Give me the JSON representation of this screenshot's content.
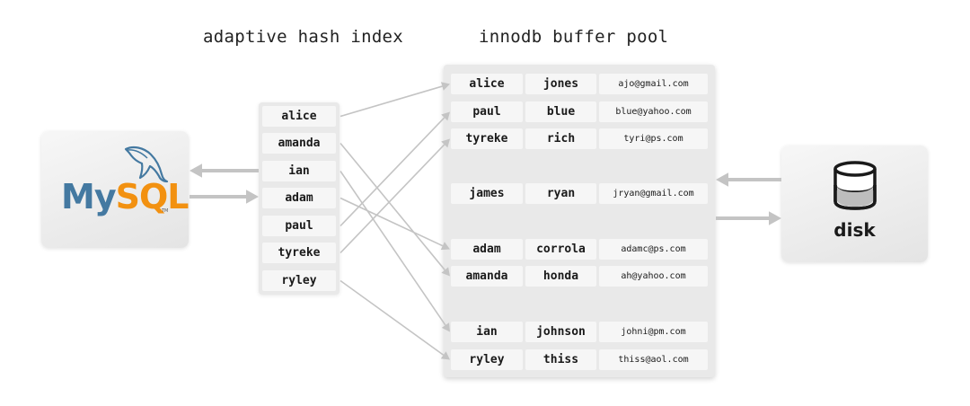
{
  "headings": {
    "hash_index": "adaptive hash index",
    "buffer_pool": "innodb buffer pool"
  },
  "mysql": {
    "logo_part1": "My",
    "logo_part2": "SQL",
    "logo_tm": "TM",
    "icon": "dolphin-icon",
    "colors": {
      "my": "#4479a1",
      "sql": "#f29111"
    }
  },
  "disk": {
    "label": "disk",
    "icon": "database-icon"
  },
  "hash_index": [
    "alice",
    "amanda",
    "ian",
    "adam",
    "paul",
    "tyreke",
    "ryley"
  ],
  "buffer_pool": [
    {
      "first": "alice",
      "last": "jones",
      "email": "ajo@gmail.com"
    },
    {
      "first": "paul",
      "last": "blue",
      "email": "blue@yahoo.com"
    },
    {
      "first": "tyreke",
      "last": "rich",
      "email": "tyri@ps.com"
    },
    {
      "first": "james",
      "last": "ryan",
      "email": "jryan@gmail.com"
    },
    {
      "first": "adam",
      "last": "corrola",
      "email": "adamc@ps.com"
    },
    {
      "first": "amanda",
      "last": "honda",
      "email": "ah@yahoo.com"
    },
    {
      "first": "ian",
      "last": "johnson",
      "email": "johni@pm.com"
    },
    {
      "first": "ryley",
      "last": "thiss",
      "email": "thiss@aol.com"
    }
  ],
  "links": [
    {
      "from": "alice",
      "to": "alice"
    },
    {
      "from": "amanda",
      "to": "amanda"
    },
    {
      "from": "ian",
      "to": "ian"
    },
    {
      "from": "adam",
      "to": "adam"
    },
    {
      "from": "paul",
      "to": "paul"
    },
    {
      "from": "tyreke",
      "to": "tyreke"
    },
    {
      "from": "ryley",
      "to": "ryley"
    }
  ],
  "colors": {
    "arrow": "#c4c4c4",
    "panel": "#e9e9e9",
    "cell": "#f6f6f6"
  }
}
